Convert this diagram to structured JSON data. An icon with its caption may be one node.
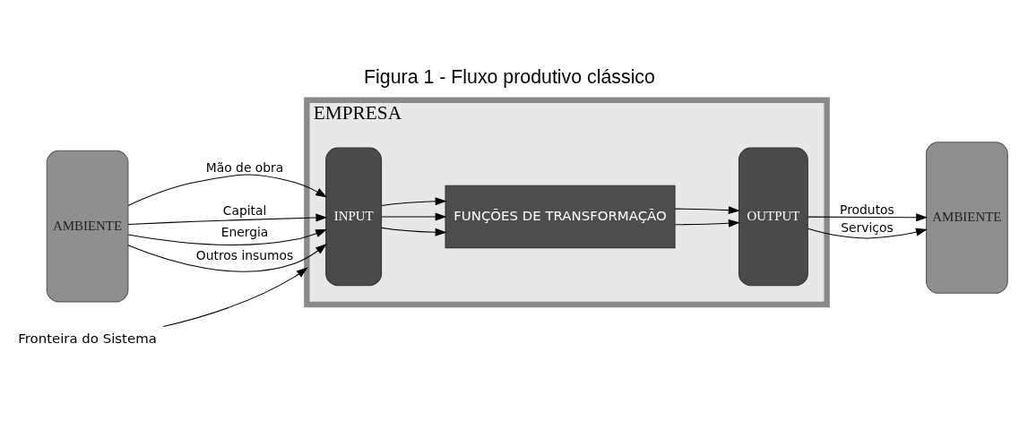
{
  "diagram": {
    "title": "Figura 1 - Fluxo produtivo clássico",
    "nodes": [
      {
        "text": [
          "AMBIENTE"
        ]
      },
      {
        "text": [
          "EMPRESA"
        ]
      },
      {
        "text": [
          "INPUT"
        ],
        "in": 1
      },
      {
        "text": [
          "FUNÇÕES DE TRANSFORMAÇÃO"
        ],
        "in": 1
      },
      {
        "text": [
          "OUTPUT"
        ],
        "in": 1
      },
      {
        "text": [
          "AMBIENTE"
        ]
      },
      {
        "text": [
          "Fronteira do Sistema"
        ]
      }
    ],
    "edges": [
      {
        "from": 0,
        "to": 2,
        "arrow": "to",
        "label": "Mão de obra"
      },
      {
        "from": 0,
        "to": 2,
        "arrow": "to",
        "label": "Capital"
      },
      {
        "from": 0,
        "to": 2,
        "arrow": "to",
        "label": "Energia"
      },
      {
        "from": 0,
        "to": 2,
        "arrow": "to",
        "label": "Outros insumos"
      },
      {
        "from": 2,
        "to": 3,
        "arrow": "to"
      },
      {
        "from": 2,
        "to": 3,
        "arrow": "to"
      },
      {
        "from": 2,
        "to": 3,
        "arrow": "to"
      },
      {
        "from": 3,
        "to": 4,
        "arrow": "to"
      },
      {
        "from": 3,
        "to": 4,
        "arrow": "to"
      },
      {
        "from": 4,
        "to": 5,
        "arrow": "to",
        "label": "Produtos"
      },
      {
        "from": 4,
        "to": 5,
        "arrow": "to",
        "label": "Serviços"
      },
      {
        "from": 6,
        "to": 1,
        "arrow": "to"
      }
    ]
  }
}
